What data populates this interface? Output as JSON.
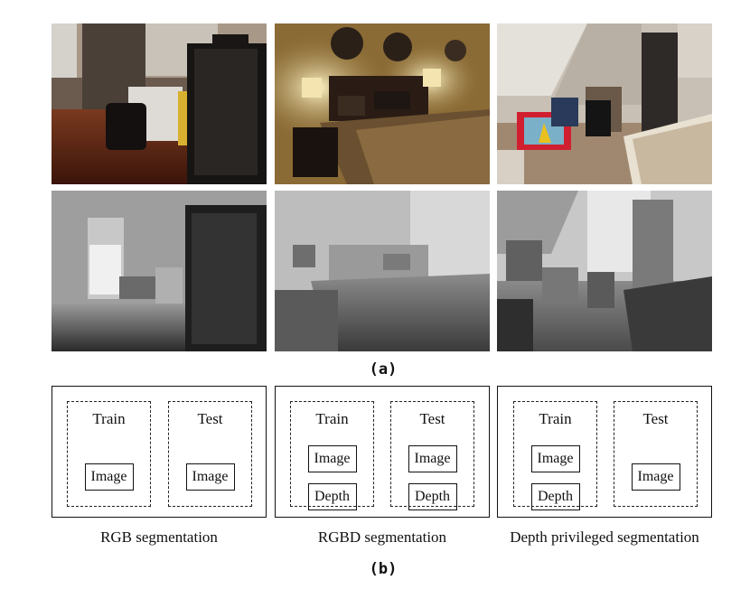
{
  "figure": {
    "caption_a": "(a)",
    "caption_b": "(b)",
    "photos": [
      {
        "scene": "office-rgb"
      },
      {
        "scene": "bedroom-rgb"
      },
      {
        "scene": "attic-rgb"
      },
      {
        "scene": "office-depth"
      },
      {
        "scene": "bedroom-depth"
      },
      {
        "scene": "attic-depth"
      }
    ],
    "panels": [
      {
        "label": "RGB segmentation",
        "train": {
          "title": "Train",
          "items": [
            "Image"
          ]
        },
        "test": {
          "title": "Test",
          "items": [
            "Image"
          ]
        }
      },
      {
        "label": "RGBD segmentation",
        "train": {
          "title": "Train",
          "items": [
            "Image",
            "Depth"
          ]
        },
        "test": {
          "title": "Test",
          "items": [
            "Image",
            "Depth"
          ]
        }
      },
      {
        "label": "Depth privileged segmentation",
        "train": {
          "title": "Train",
          "items": [
            "Image",
            "Depth"
          ]
        },
        "test": {
          "title": "Test",
          "items": [
            "Image"
          ]
        }
      }
    ]
  }
}
